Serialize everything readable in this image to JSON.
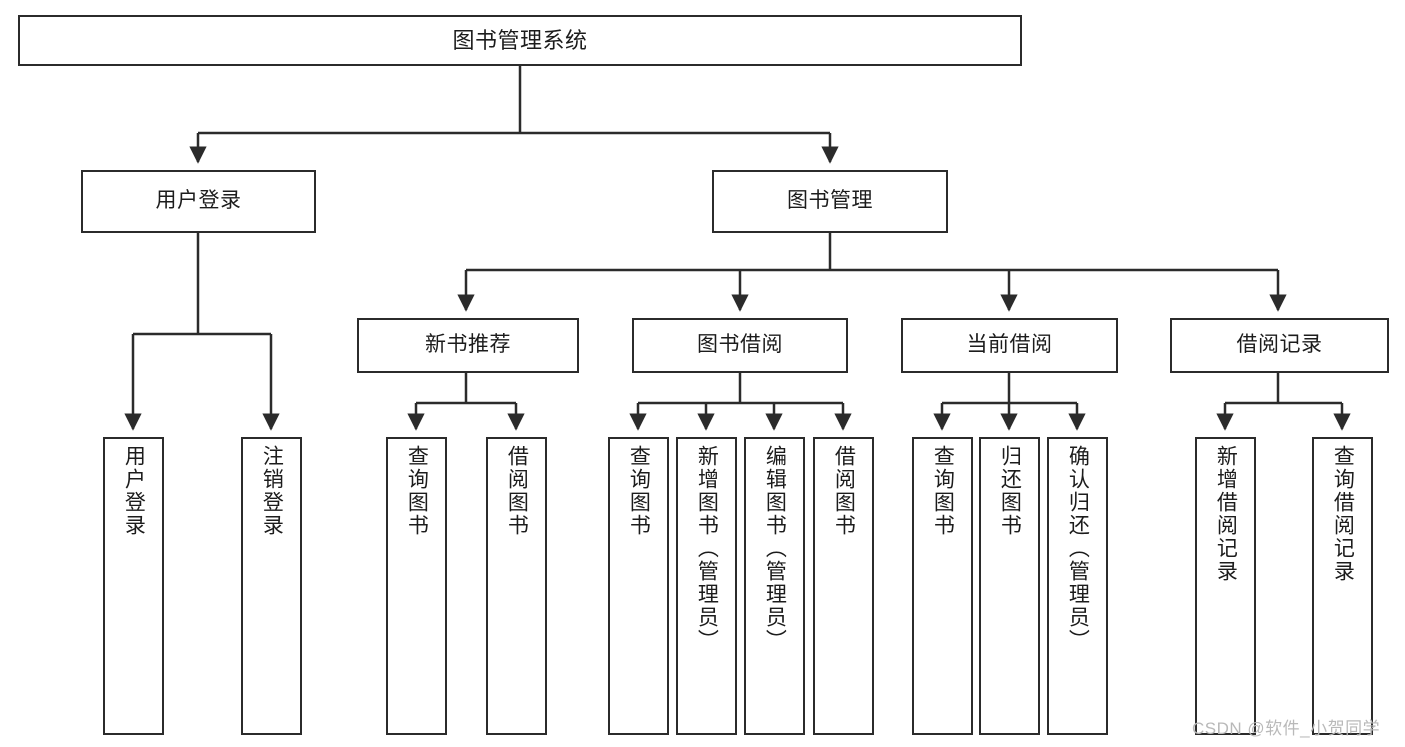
{
  "diagram": {
    "title": "图书管理系统",
    "type": "hierarchy-tree",
    "levels": 4,
    "colors": {
      "box_border": "#2b2b2b",
      "box_fill": "#ffffff",
      "edge": "#2b2b2b",
      "background": "#ffffff",
      "watermark": "#b9b9b9"
    }
  },
  "root": {
    "label": "图书管理系统"
  },
  "level2": [
    {
      "label": "用户登录"
    },
    {
      "label": "图书管理"
    }
  ],
  "level3": [
    {
      "label": "新书推荐"
    },
    {
      "label": "图书借阅"
    },
    {
      "label": "当前借阅"
    },
    {
      "label": "借阅记录"
    }
  ],
  "leaves": {
    "user_login": [
      {
        "label": "用户登录"
      },
      {
        "label": "注销登录"
      }
    ],
    "new_book_recommend": [
      {
        "label": "查询图书"
      },
      {
        "label": "借阅图书"
      }
    ],
    "book_borrow": [
      {
        "label": "查询图书"
      },
      {
        "label": "新增图书（管理员）"
      },
      {
        "label": "编辑图书（管理员）"
      },
      {
        "label": "借阅图书"
      }
    ],
    "current_borrow": [
      {
        "label": "查询图书"
      },
      {
        "label": "归还图书"
      },
      {
        "label": "确认归还（管理员）"
      }
    ],
    "borrow_record": [
      {
        "label": "新增借阅记录"
      },
      {
        "label": "查询借阅记录"
      }
    ]
  },
  "watermark": {
    "text": "CSDN @软件_小贺同学"
  }
}
